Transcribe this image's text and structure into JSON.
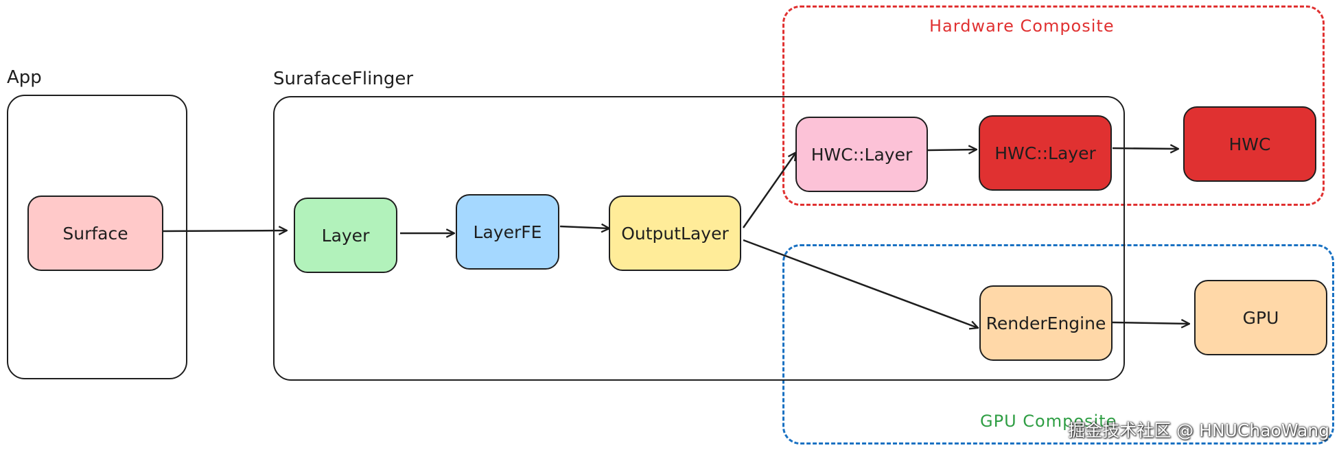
{
  "groups": {
    "app": {
      "label": "App"
    },
    "flinger": {
      "label": "SurafaceFlinger"
    },
    "hardware": {
      "label": "Hardware Composite",
      "color": "#e03131"
    },
    "gpu": {
      "label": "GPU Composite",
      "color": "#2f9e44",
      "border_color": "#1971c2"
    }
  },
  "nodes": {
    "surface": {
      "label": "Surface",
      "fill": "#ffc9c9"
    },
    "layer": {
      "label": "Layer",
      "fill": "#b2f2bb"
    },
    "layerfe": {
      "label": "LayerFE",
      "fill": "#a5d8ff"
    },
    "outputlayer": {
      "label": "OutputLayer",
      "fill": "#ffec99"
    },
    "hwc_layer_1": {
      "label": "HWC::Layer",
      "fill": "#fcc2d7"
    },
    "hwc_layer_2": {
      "label": "HWC::Layer",
      "fill": "#e03131"
    },
    "hwc": {
      "label": "HWC",
      "fill": "#e03131"
    },
    "renderengine": {
      "label": "RenderEngine",
      "fill": "#ffd8a8"
    },
    "gpu": {
      "label": "GPU",
      "fill": "#ffd8a8"
    }
  },
  "edges": [
    [
      "surface",
      "layer"
    ],
    [
      "layer",
      "layerfe"
    ],
    [
      "layerfe",
      "outputlayer"
    ],
    [
      "outputlayer",
      "hwc_layer_1"
    ],
    [
      "outputlayer",
      "renderengine"
    ],
    [
      "hwc_layer_1",
      "hwc_layer_2"
    ],
    [
      "hwc_layer_2",
      "hwc"
    ],
    [
      "renderengine",
      "gpu"
    ]
  ],
  "watermark": "掘金技术社区 @ HNUChaoWang"
}
